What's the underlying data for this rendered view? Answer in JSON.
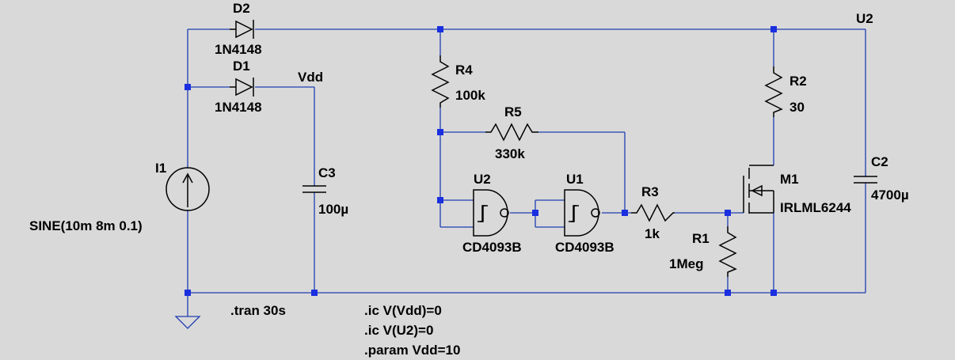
{
  "labels": {
    "d2_name": "D2",
    "d2_value": "1N4148",
    "d1_name": "D1",
    "d1_value": "1N4148",
    "vdd_net": "Vdd",
    "i1_name": "I1",
    "i1_value": "SINE(10m 8m 0.1)",
    "c3_name": "C3",
    "c3_value": "100µ",
    "r4_name": "R4",
    "r4_value": "100k",
    "r5_name": "R5",
    "r5_value": "330k",
    "u2_gate_name": "U2",
    "u2_gate_value": "CD4093B",
    "u1_gate_name": "U1",
    "u1_gate_value": "CD4093B",
    "r3_name": "R3",
    "r3_value": "1k",
    "r1_name": "R1",
    "r1_value": "1Meg",
    "r2_name": "R2",
    "r2_value": "30",
    "m1_name": "M1",
    "m1_value": "IRLML6244",
    "c2_name": "C2",
    "c2_value": "4700µ",
    "u2_net": "U2"
  },
  "directives": {
    "tran": ".tran 30s",
    "ic_vdd": ".ic V(Vdd)=0",
    "ic_u2": ".ic V(U2)=0",
    "param": ".param Vdd=10"
  },
  "colors": {
    "background": "#d9d9d9",
    "wire": "#1f3fb0",
    "junction": "#1a2fe0",
    "component": "#000000"
  }
}
